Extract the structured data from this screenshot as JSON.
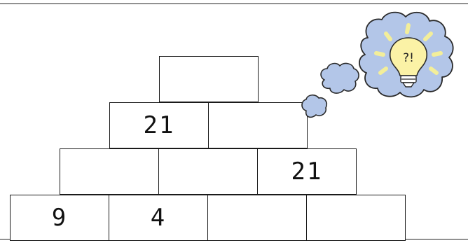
{
  "puzzle": {
    "rows": [
      {
        "cells": [
          ""
        ]
      },
      {
        "cells": [
          "21",
          ""
        ]
      },
      {
        "cells": [
          "",
          "",
          "21"
        ]
      },
      {
        "cells": [
          "9",
          "4",
          "",
          ""
        ]
      }
    ]
  },
  "thought_bubble": {
    "icon": "lightbulb-icon",
    "text": "?!",
    "colors": {
      "cloud": "#b3c6e8",
      "bulb": "#fbf2a6",
      "rays": "#f3ee9a"
    }
  }
}
